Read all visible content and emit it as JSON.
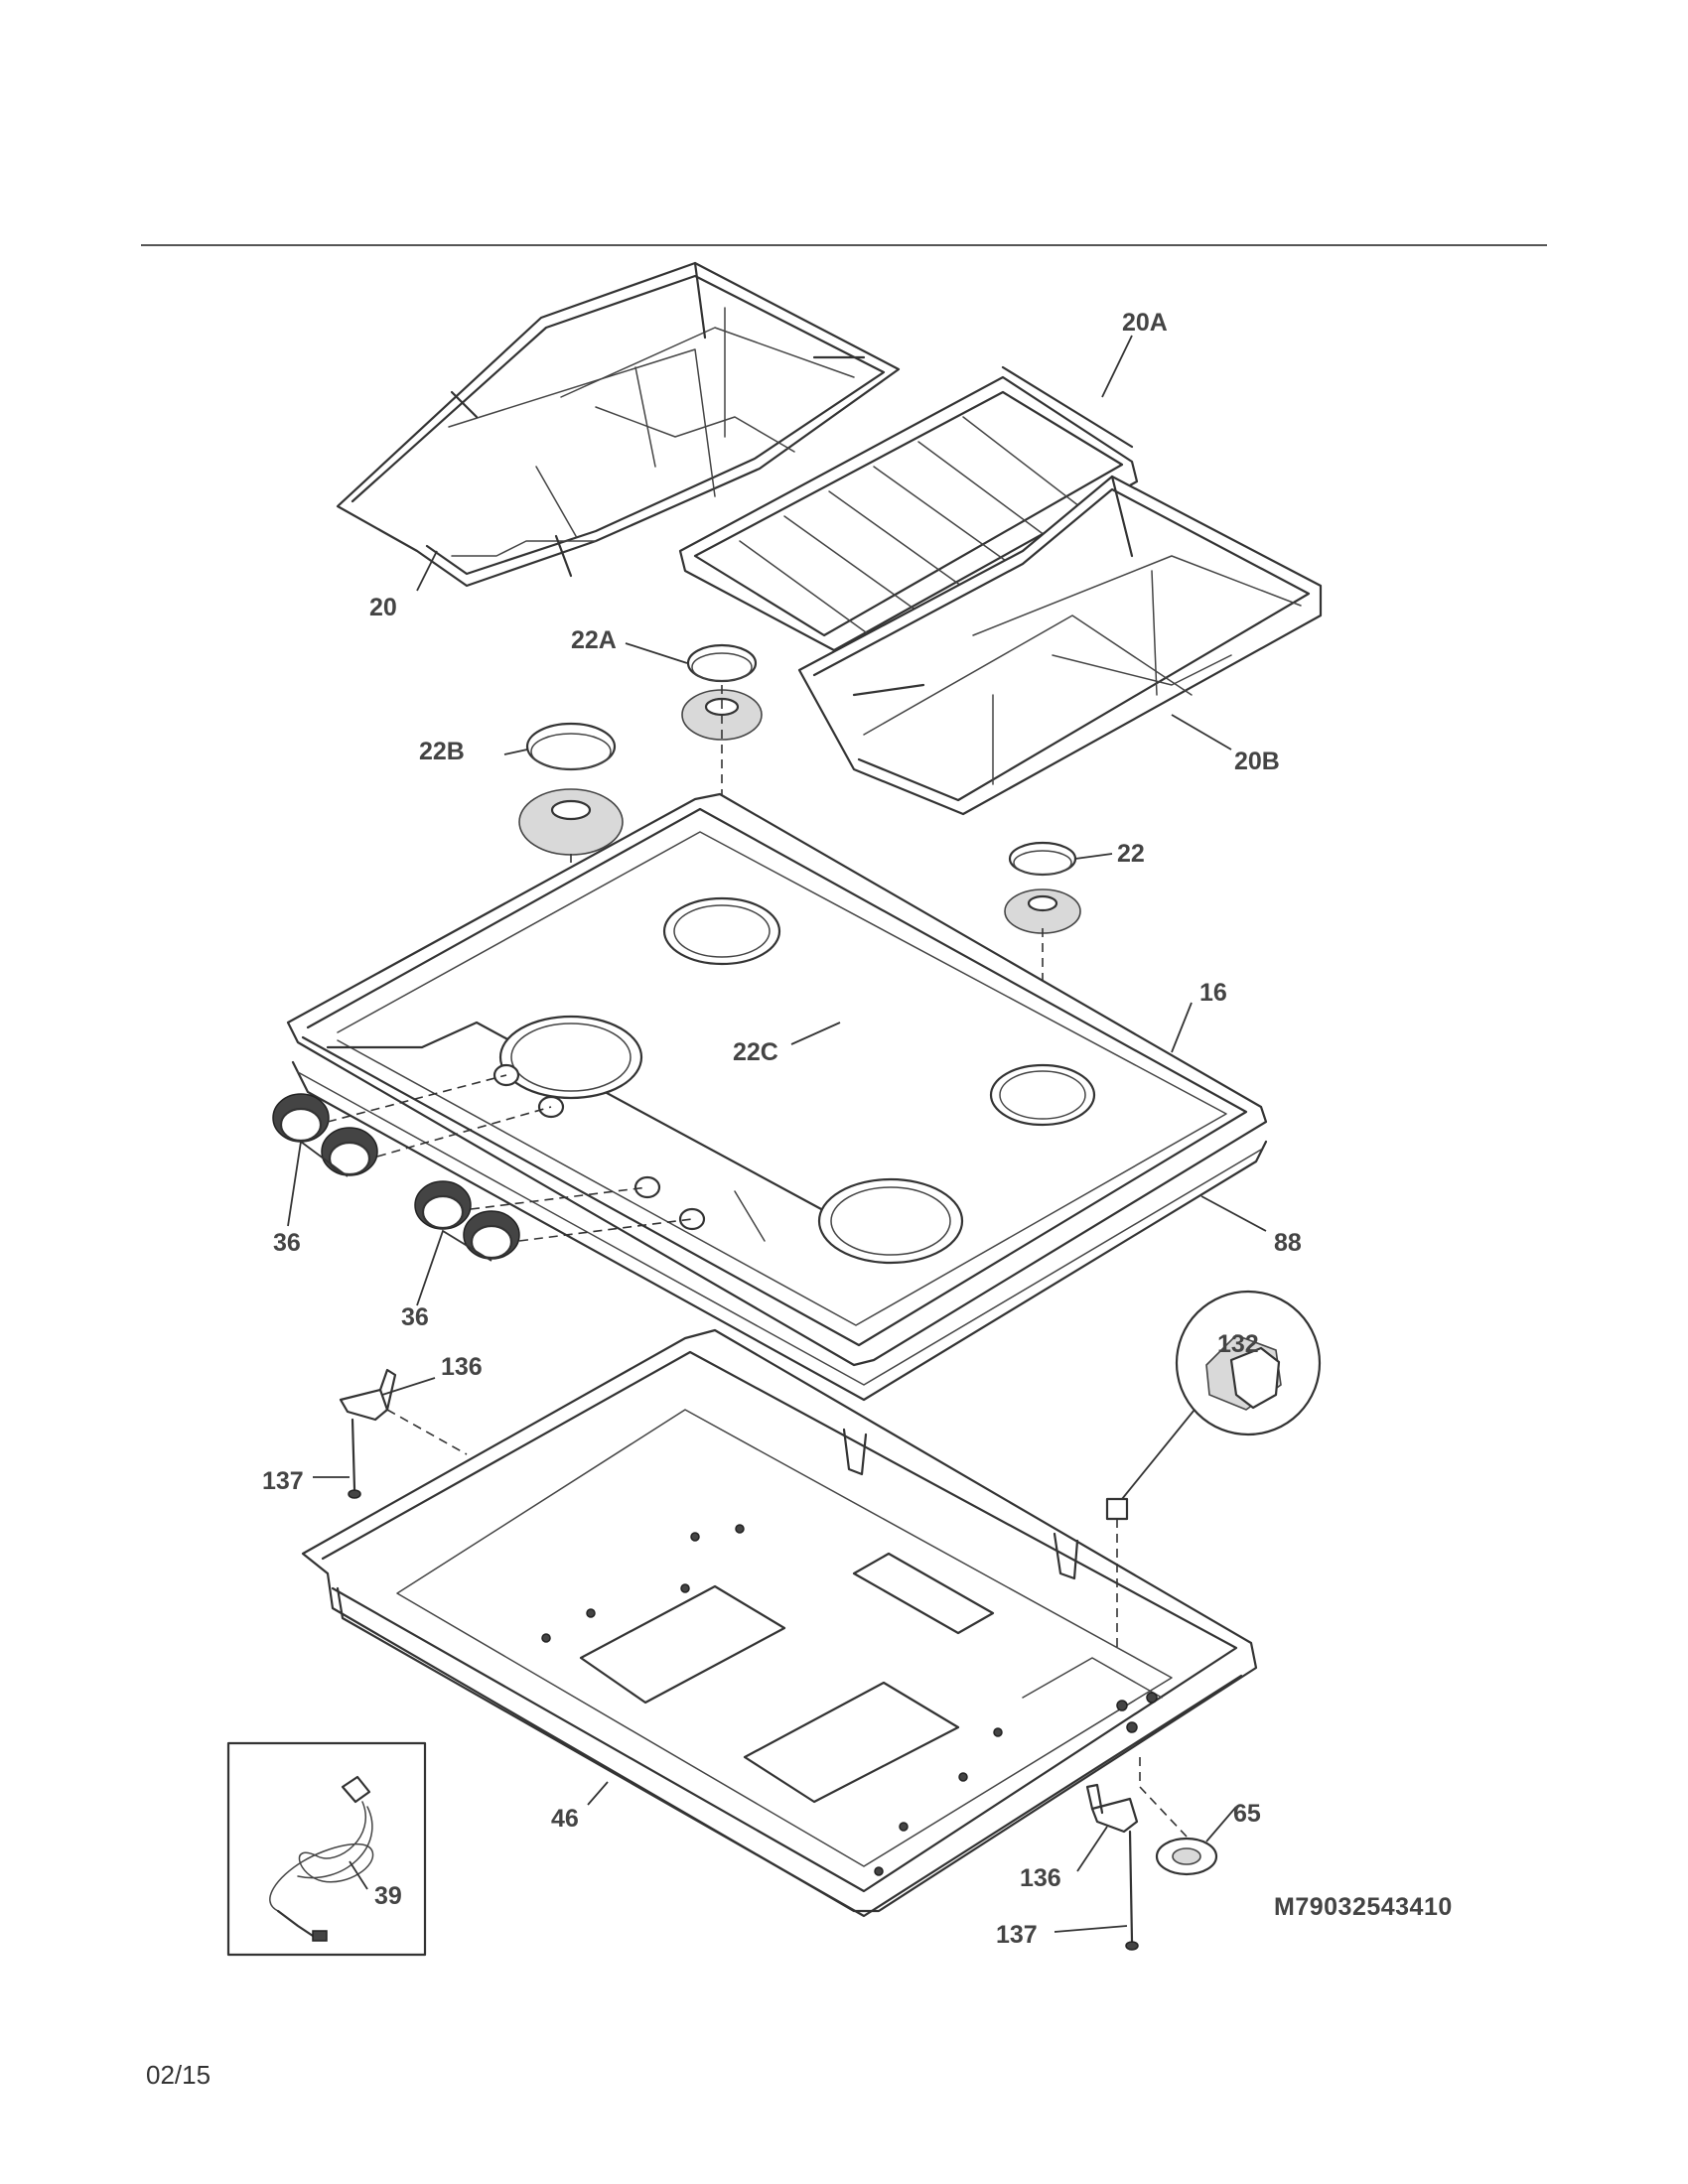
{
  "model_number": "M79032543410",
  "revision_date": "02/15",
  "callouts": {
    "c20": "20",
    "c20A": "20A",
    "c20B": "20B",
    "c22": "22",
    "c22A": "22A",
    "c22B": "22B",
    "c22C": "22C",
    "c16": "16",
    "c88": "88",
    "c36a": "36",
    "c36b": "36",
    "c136a": "136",
    "c136b": "136",
    "c137a": "137",
    "c137b": "137",
    "c132": "132",
    "c46": "46",
    "c65": "65",
    "c39": "39"
  },
  "icons": {
    "grate": "burner-grate-icon",
    "burner": "burner-head-icon",
    "knob": "control-knob-icon",
    "cord": "power-cord-icon"
  }
}
